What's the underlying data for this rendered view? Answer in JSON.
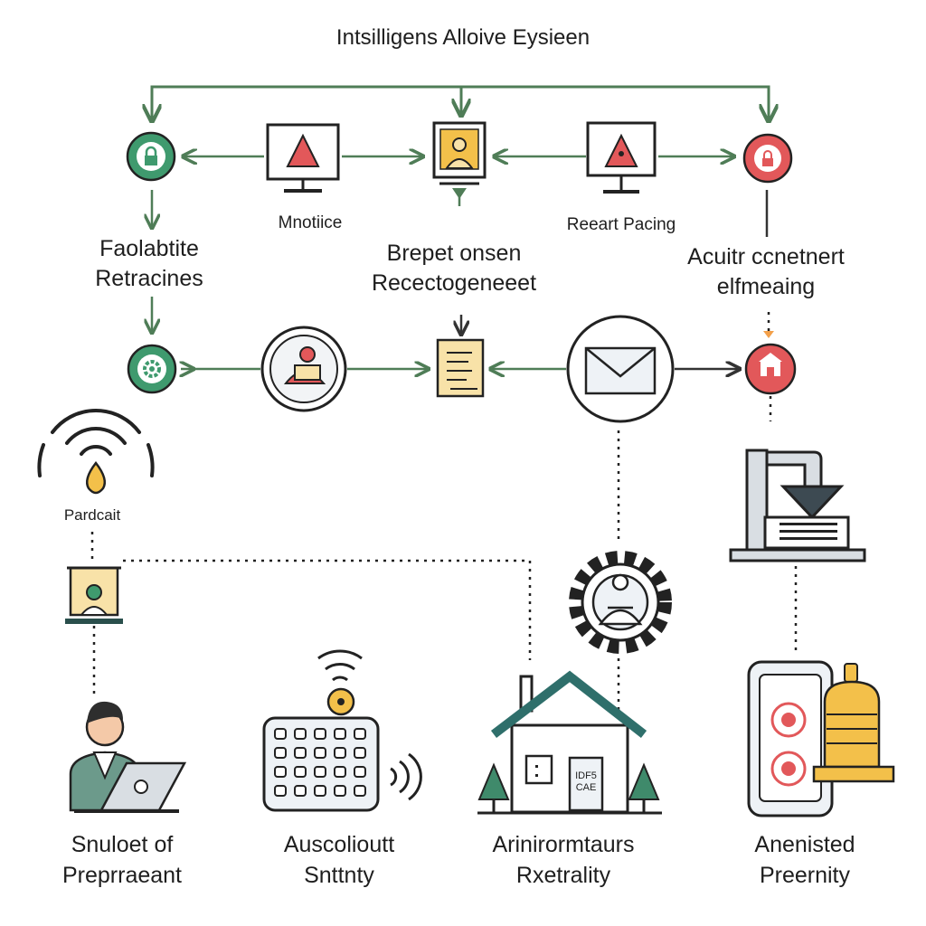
{
  "title": "Intsilligens Alloive Eysieen",
  "labels": {
    "monitor_left": "Mnotiice",
    "monitor_right": "Reeart Pacing",
    "node_left": [
      "Faolabtite",
      "Retracines"
    ],
    "node_mid": [
      "Brepet onsen",
      "Recectogeneeet"
    ],
    "node_right": [
      "Acuitr ccnetnert",
      "elfmeaing"
    ],
    "sensor": "Pardcait"
  },
  "bottom": [
    {
      "line1": "Snuloet of",
      "line2": "Preprraeant"
    },
    {
      "line1": "Auscolioutt",
      "line2": "Snttnty"
    },
    {
      "line1": "Arinirormtaurs",
      "line2": "Rxetrality"
    },
    {
      "line1": "Anenisted",
      "line2": "Preernity"
    }
  ],
  "house_sign": [
    "IDF5",
    "CAE"
  ],
  "colors": {
    "arrow": "#4f7d57",
    "alert": "#e2585a",
    "secure": "#3f9a6e",
    "amber": "#f3c04a",
    "teal": "#2f6f6b",
    "document": "#f8e2a8"
  }
}
